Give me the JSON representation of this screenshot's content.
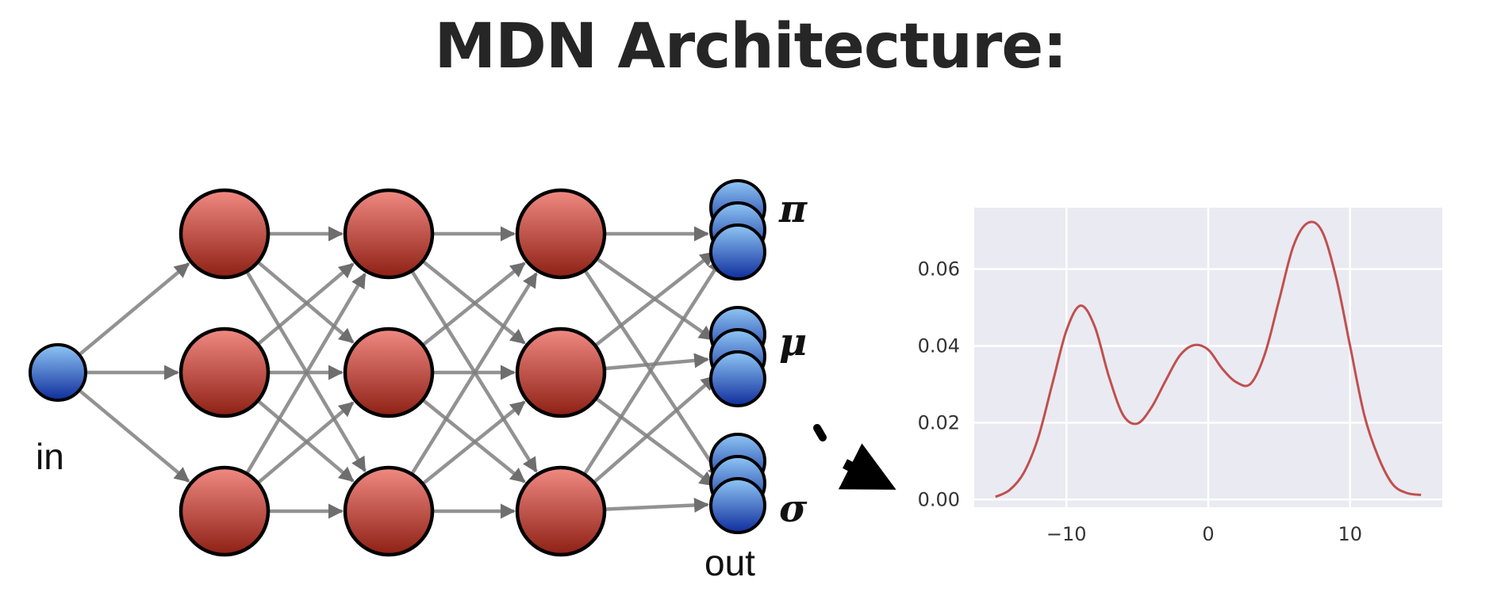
{
  "title": "MDN Architecture:",
  "network": {
    "input_label": "in",
    "output_label": "out",
    "output_groups": [
      {
        "symbol": "π"
      },
      {
        "symbol": "μ"
      },
      {
        "symbol": "σ"
      }
    ],
    "hidden_layers": 3,
    "neurons_per_layer": 3,
    "colors": {
      "hidden_top": "#f08a82",
      "hidden_bottom": "#8e2015",
      "io_top": "#8fc6f5",
      "io_bottom": "#0f2d9c",
      "arrow": "#7f7f7f"
    }
  },
  "chart_data": {
    "type": "line",
    "title": "",
    "xlabel": "",
    "ylabel": "",
    "xlim": [
      -16.5,
      16.5
    ],
    "ylim": [
      -0.002,
      0.076
    ],
    "xticks": [
      -10,
      0,
      10
    ],
    "xtick_labels": [
      "−10",
      "0",
      "10"
    ],
    "yticks": [
      0.0,
      0.02,
      0.04,
      0.06
    ],
    "ytick_labels": [
      "0.00",
      "0.02",
      "0.04",
      "0.06"
    ],
    "grid": true,
    "background": "#eaeaf2",
    "series": [
      {
        "color": "#c0504d",
        "x": [
          -15,
          -14,
          -13,
          -12,
          -11,
          -10,
          -9,
          -8,
          -7,
          -6,
          -5,
          -4,
          -3,
          -2,
          -1,
          0,
          1,
          2,
          3,
          4,
          5,
          6,
          7,
          8,
          9,
          10,
          11,
          12,
          13,
          14,
          15
        ],
        "y": [
          0.0007,
          0.0025,
          0.007,
          0.016,
          0.03,
          0.044,
          0.0505,
          0.045,
          0.032,
          0.022,
          0.0198,
          0.024,
          0.031,
          0.0375,
          0.0402,
          0.039,
          0.034,
          0.0305,
          0.0302,
          0.038,
          0.052,
          0.066,
          0.072,
          0.07,
          0.058,
          0.04,
          0.022,
          0.011,
          0.004,
          0.0017,
          0.0012
        ]
      }
    ]
  }
}
